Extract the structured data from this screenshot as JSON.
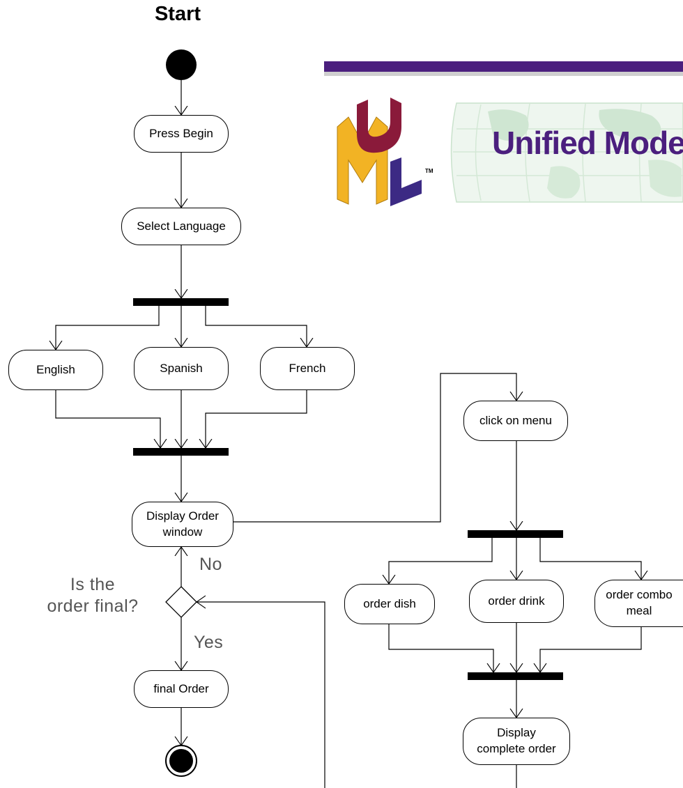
{
  "title": "Start",
  "banner": {
    "text": "Unified Model",
    "logo_letters": [
      "U",
      "M",
      "L"
    ],
    "trademark": "TM",
    "colors": {
      "bar": "#4b1f7e",
      "text": "#4b1f7e",
      "globe": "#dbeedd",
      "logo_u": "#8a1a3a",
      "logo_m": "#f2b324",
      "logo_l": "#3c2a84"
    }
  },
  "actions": {
    "press_begin": "Press Begin",
    "select_language": "Select Language",
    "english": "English",
    "spanish": "Spanish",
    "french": "French",
    "display_order_window": "Display Order\nwindow",
    "final_order": "final Order",
    "click_menu": "click on menu",
    "order_dish": "order dish",
    "order_drink": "order drink",
    "order_combo": "order combo\nmeal",
    "display_complete_order": "Display\ncomplete order"
  },
  "decision": {
    "question": "Is the\norder final?",
    "no_label": "No",
    "yes_label": "Yes"
  }
}
